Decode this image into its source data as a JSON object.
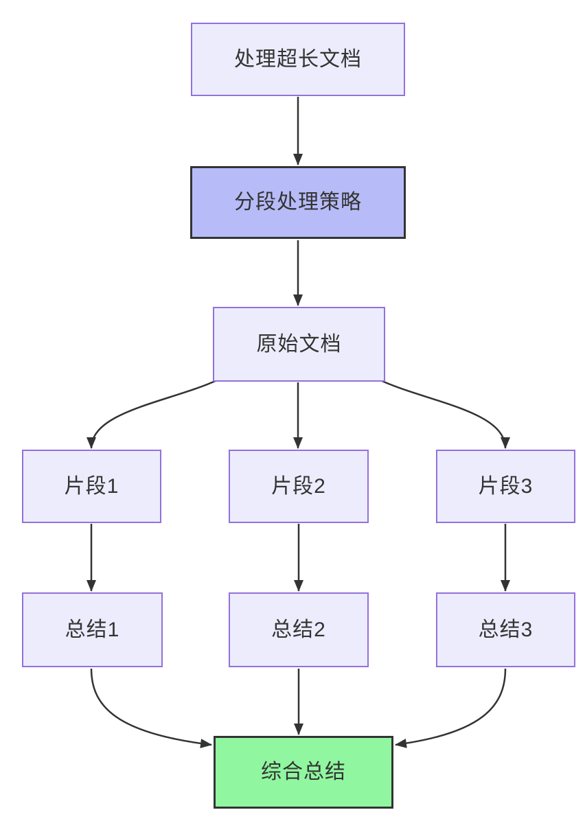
{
  "diagram": {
    "type": "flowchart",
    "direction": "top-down",
    "nodes": {
      "A": {
        "label": "处理超长文档",
        "kind": "default"
      },
      "B": {
        "label": "分段处理策略",
        "kind": "highlight"
      },
      "C": {
        "label": "原始文档",
        "kind": "default"
      },
      "D1": {
        "label": "片段1",
        "kind": "default"
      },
      "D2": {
        "label": "片段2",
        "kind": "default"
      },
      "D3": {
        "label": "片段3",
        "kind": "default"
      },
      "E1": {
        "label": "总结1",
        "kind": "default"
      },
      "E2": {
        "label": "总结2",
        "kind": "default"
      },
      "E3": {
        "label": "总结3",
        "kind": "default"
      },
      "F": {
        "label": "综合总结",
        "kind": "success"
      }
    },
    "edges": [
      {
        "from": "A",
        "to": "B"
      },
      {
        "from": "B",
        "to": "C"
      },
      {
        "from": "C",
        "to": "D1"
      },
      {
        "from": "C",
        "to": "D2"
      },
      {
        "from": "C",
        "to": "D3"
      },
      {
        "from": "D1",
        "to": "E1"
      },
      {
        "from": "D2",
        "to": "E2"
      },
      {
        "from": "D3",
        "to": "E3"
      },
      {
        "from": "E1",
        "to": "F"
      },
      {
        "from": "E2",
        "to": "F"
      },
      {
        "from": "E3",
        "to": "F"
      }
    ],
    "colors": {
      "node_fill": "#ececfd",
      "node_border": "#9370DB",
      "highlight_fill": "#b7bcf8",
      "highlight_border": "#333333",
      "success_fill": "#90f7a0",
      "success_border": "#333333",
      "edge_color": "#333333",
      "text_color": "#333333",
      "bg": "#ffffff"
    }
  }
}
